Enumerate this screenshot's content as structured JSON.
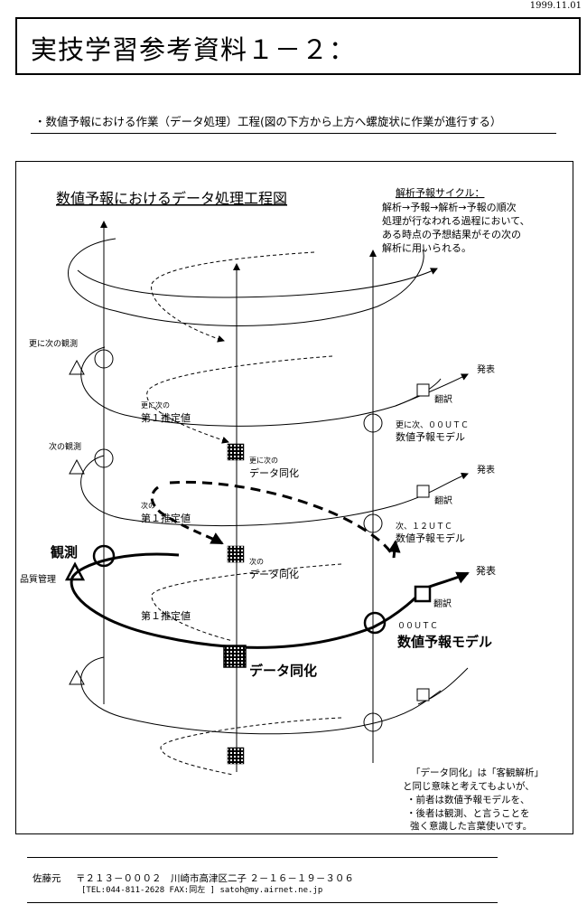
{
  "header": {
    "date": "1999.11.01",
    "title": "実技学習参考資料１－２："
  },
  "subtitle": "・数値予報における作業（データ処理）工程(図の下方から上方へ螺旋状に作業が進行する）",
  "figure": {
    "title": "数値予報におけるデータ処理工程図",
    "cycle_heading": "解析予報サイクル：",
    "cycle_lines": [
      "解析→予報→解析→予報の順次",
      "処理が行なわれる過程において、",
      "ある時点の予想結果がその次の",
      "解析に用いられる。"
    ],
    "labels": {
      "obs_next_next": "更に次の観測",
      "first_guess_next_next_1": "更に次の",
      "first_guess_next_next_2": "第１推定値",
      "assim_next_next_1": "更に次の",
      "assim_next_next_2": "データ同化",
      "model_next_next_1": "更に次、００ＵＴＣ",
      "model_next_next_2": "数値予報モデル",
      "release_1": "発表",
      "translate_1": "翻訳",
      "obs_next": "次の観測",
      "first_guess_next_1": "次の",
      "first_guess_next_2": "第１推定値",
      "assim_next_1": "次の",
      "assim_next_2": "データ同化",
      "model_next_1": "次、１２ＵＴＣ",
      "model_next_2": "数値予報モデル",
      "release_2": "発表",
      "translate_2": "翻訳",
      "obs": "観測",
      "qc": "品質管理",
      "first_guess": "第１推定値",
      "assim": "データ同化",
      "model_time": "００ＵＴＣ",
      "model": "数値予報モデル",
      "release": "発表",
      "translate": "翻訳"
    },
    "note_lines": [
      "「データ同化」は「客観解析」",
      "と同じ意味と考えてもよいが、",
      "・前者は数値予報モデルを、",
      "・後者は観測、と言うことを",
      "強く意識した言葉使いです。"
    ]
  },
  "footer": {
    "name": "佐藤元",
    "address": "〒２１３－０００２　川崎市高津区二子 ２－１６－１９－３０６",
    "contact": "[TEL:044-811-2628  FAX:同左  ] satoh@my.airnet.ne.jp"
  }
}
